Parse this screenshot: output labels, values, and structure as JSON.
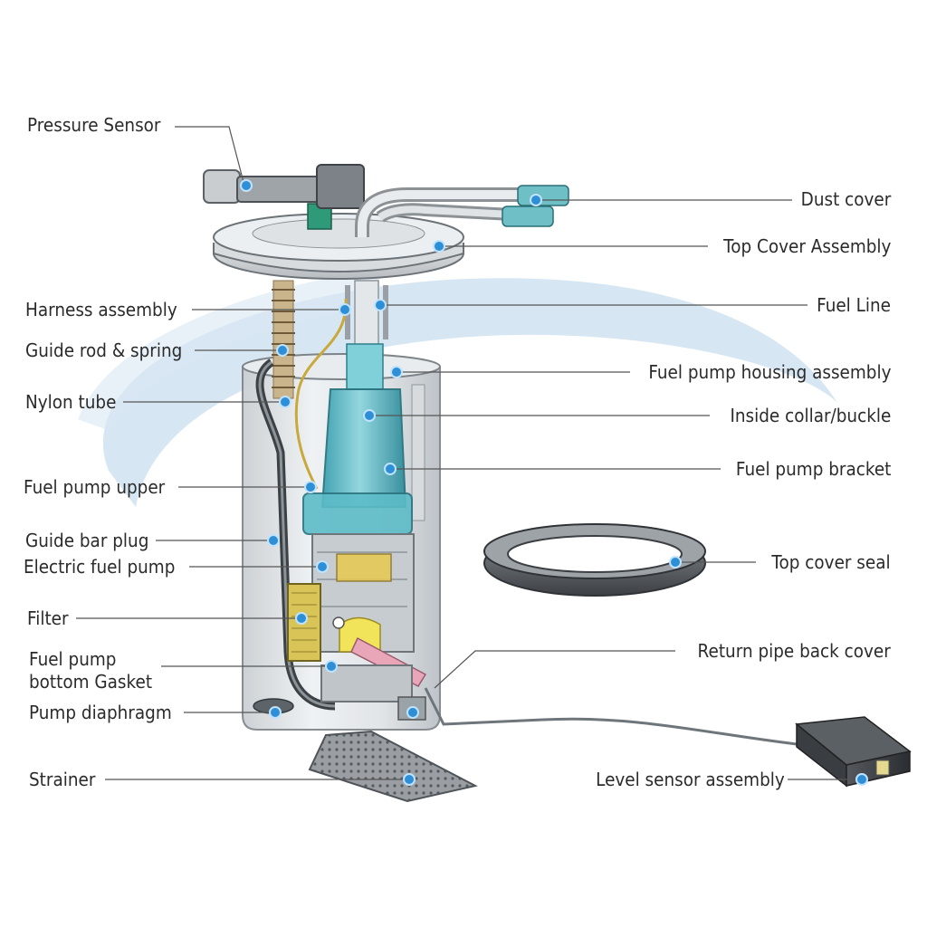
{
  "labels": {
    "pressure_sensor": "Pressure Sensor",
    "dust_cover": "Dust cover",
    "top_cover_assembly": "Top Cover Assembly",
    "harness_assembly": "Harness assembly",
    "fuel_line": "Fuel Line",
    "guide_rod_spring": "Guide rod & spring",
    "fuel_pump_housing_assembly": "Fuel pump housing assembly",
    "nylon_tube": "Nylon tube",
    "inside_collar_buckle": "Inside collar/buckle",
    "fuel_pump_upper": "Fuel pump upper",
    "fuel_pump_bracket": "Fuel pump bracket",
    "guide_bar_plug": "Guide bar plug",
    "top_cover_seal": "Top cover seal",
    "electric_fuel_pump": "Electric fuel pump",
    "filter": "Filter",
    "return_pipe_back_cover": "Return pipe back cover",
    "fuel_pump_bottom_gasket_line1": "Fuel pump",
    "fuel_pump_bottom_gasket_line2": "bottom Gasket",
    "pump_diaphragm": "Pump diaphragm",
    "strainer": "Strainer",
    "level_sensor_assembly": "Level sensor assembly"
  },
  "colors": {
    "callout_dot": "#2f8fd6",
    "backdrop_swoosh": "#cfe3f1",
    "pump_teal": "#4fb8c4",
    "housing": "#dfe3e6"
  }
}
